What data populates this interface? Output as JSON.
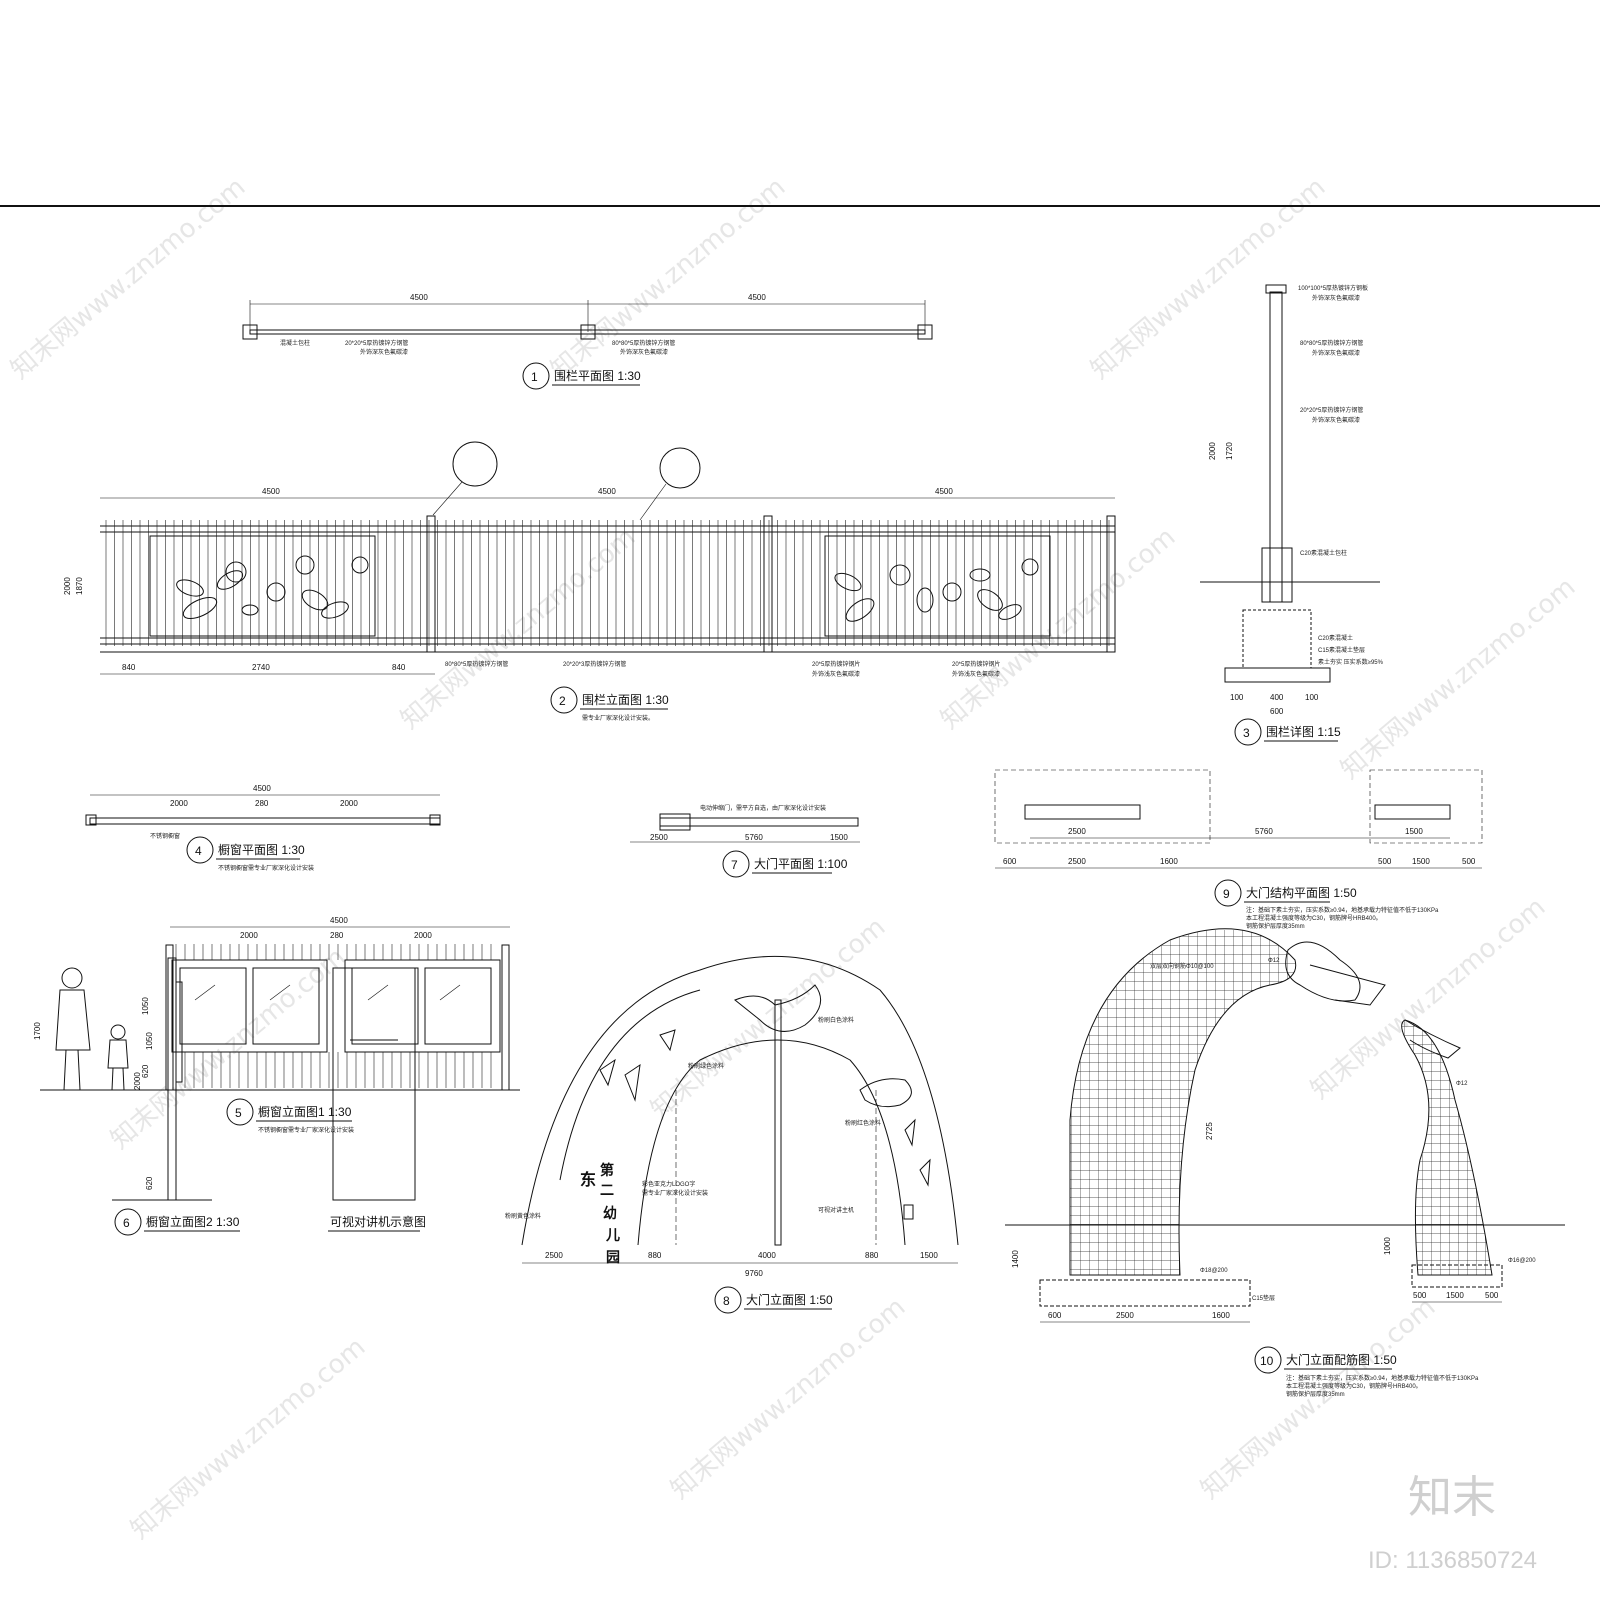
{
  "watermark": {
    "text": "知末网www.znzmo.com"
  },
  "brand": {
    "logo_text": "知末",
    "id_label": "ID: 1136850724"
  },
  "views": [
    {
      "num": "1",
      "title": "围栏平面图 1:30"
    },
    {
      "num": "2",
      "title": "围栏立面图 1:30"
    },
    {
      "num": "3",
      "title": "围栏详图 1:15"
    },
    {
      "num": "4",
      "title": "橱窗平面图 1:30"
    },
    {
      "num": "5",
      "title": "橱窗立面图1 1:30"
    },
    {
      "num": "6",
      "title": "橱窗立面图2 1:30"
    },
    {
      "num": "7",
      "title": "大门平面图 1:100"
    },
    {
      "num": "8",
      "title": "大门立面图 1:50"
    },
    {
      "num": "9",
      "title": "大门结构平面图 1:50"
    },
    {
      "num": "10",
      "title": "大门立面配筋图 1:50"
    }
  ],
  "intercom_title": "可视对讲机示意图",
  "dims": {
    "v1_top": [
      "4500",
      "4500"
    ],
    "v2_top": [
      "4500",
      "4500",
      "4500"
    ],
    "v2_bottom": [
      "840",
      "2740",
      "840"
    ],
    "v2_left": [
      "2000",
      "1870"
    ],
    "v3_left": [
      "2000",
      "1720"
    ],
    "v3_bottom": [
      "100",
      "400",
      "100",
      "600"
    ],
    "v4_top": [
      "4500",
      "2000",
      "280",
      "2000"
    ],
    "v5_top": [
      "4500",
      "2000",
      "280",
      "2000"
    ],
    "v5_left": [
      "1050",
      "620"
    ],
    "person_height": "1700",
    "v6_left": [
      "2000",
      "1050",
      "620"
    ],
    "v7_bottom": [
      "2500",
      "5760",
      "1500"
    ],
    "v8_bottom": [
      "2500",
      "880",
      "4000",
      "880",
      "1500"
    ],
    "v8_total": "9760",
    "v9_bottom": [
      "600",
      "2500",
      "1600",
      "500",
      "1500",
      "500"
    ],
    "v9_mid": [
      "2500",
      "5760",
      "1500"
    ],
    "v10_bottom_left": [
      "600",
      "2500",
      "1600"
    ],
    "v10_bottom_right": [
      "500",
      "1500",
      "500"
    ],
    "v10_heights": [
      "2725",
      "1400",
      "1000"
    ]
  },
  "labels": {
    "v1": [
      "20*20*5厚热镀锌方钢管",
      "外饰深灰色氟碳漆",
      "80*80*5厚热镀锌方钢管",
      "混凝土包柱"
    ],
    "v2": [
      "80*80*5厚热镀锌方钢管",
      "20*20*3厚热镀锌方钢管",
      "20*5厚热镀锌钢片",
      "外饰浅灰色氟碳漆",
      "需专业厂家深化设计安装。"
    ],
    "v3": [
      "100*100*5厚热镀锌方钢板",
      "80*80*5厚热镀锌方钢管",
      "20*20*5厚热镀锌方钢管",
      "外饰深灰色氟碳漆",
      "C20素混凝土包柱",
      "C20素混凝土",
      "C15素混凝土垫层",
      "素土夯实 压实系数≥95%"
    ],
    "v4": [
      "不锈钢橱窗",
      "不锈钢橱窗需专业厂家深化设计安装"
    ],
    "v7": [
      "电动伸缩门，需平方自选，由厂家深化设计安装"
    ],
    "v8": [
      "东"
    ],
    "v8_logo": [
      "第",
      "二",
      "幼",
      "儿",
      "园"
    ],
    "v8_notes": [
      "彩色亚克力LOGO字",
      "需专业厂家深化设计安装",
      "粉刷黄色涂料",
      "粉刷白色涂料",
      "粉刷红色涂料",
      "可视对讲主机",
      "粉刷绿色涂料"
    ],
    "v9_notes": [
      "注：基础下素土夯实，压实系数≥0.94，地基承载力特征值不低于130KPa",
      "本工程混凝土强度等级为C30，钢筋牌号HRB400。",
      "钢筋保护层厚度35mm"
    ],
    "v10_notes": [
      "双层双向钢筋Φ10@100",
      "Φ12",
      "Φ18@200",
      "Φ16@200",
      "C15垫层"
    ]
  }
}
